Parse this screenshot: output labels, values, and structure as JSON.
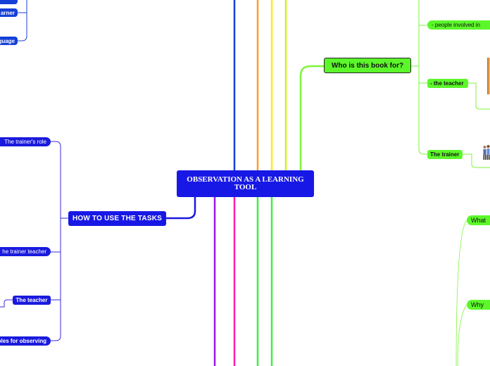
{
  "central": {
    "title": "OBSERVATION AS A LEARNING TOOL"
  },
  "left_top_nodes": [
    {
      "label": "arner"
    },
    {
      "label": "guage"
    }
  ],
  "how_to_use": {
    "title": "HOW TO USE THE TASKS",
    "children": [
      {
        "label": "The trainer's role"
      },
      {
        "label": "he trainer teacher"
      },
      {
        "label": "The teacher"
      },
      {
        "label": "ples for observing"
      }
    ]
  },
  "who_is_for": {
    "title": "Who is this book for?",
    "children": [
      {
        "label": "- people involved in"
      },
      {
        "label": "- the teacher"
      },
      {
        "label": "The trainer"
      }
    ]
  },
  "right_bottom_nodes": [
    {
      "label": "What"
    },
    {
      "label": "Why"
    }
  ],
  "colors": {
    "blue": "#1818e6",
    "green": "#5cf72a",
    "orange": "#ff9b26",
    "yellow": "#ffe81a",
    "lime": "#c8f51e",
    "purple": "#9a17e8",
    "pink": "#ff1aa8"
  },
  "icons": [
    "people-illustration",
    "book-illustration"
  ]
}
